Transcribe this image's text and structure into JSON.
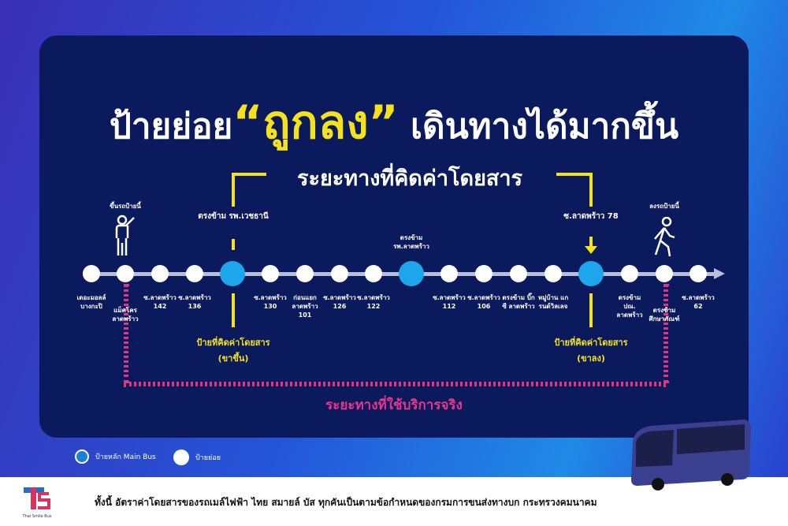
{
  "title": {
    "pre": "ป้ายย่อย",
    "highlight": "“ถูกลง”",
    "post": "เดินทางได้มากขึ้น"
  },
  "fare_distance_label": "ระยะทางที่คิดค่าโดยสาร",
  "actual_distance_label": "ระยะทางที่ใช้บริการจริง",
  "board_label": "ขึ้นรถป้ายนี้",
  "alight_label": "ลงรถป้ายนี้",
  "fare_board": {
    "stop": "ตรงข้าม รพ.เวชธานี",
    "label": "ป้ายที่คิดค่าโดยสาร",
    "sub": "(ขาขึ้น)"
  },
  "fare_alight": {
    "stop": "ซ.ลาดพร้าว 78",
    "label": "ป้ายที่คิดค่าโดยสาร",
    "sub": "(ขาลง)"
  },
  "middle_main": "ตรงข้าม รพ.ลาดพร้าว",
  "stops": [
    {
      "name": "เดอะมอลล์ บางกะปิ",
      "type": "sub"
    },
    {
      "name": "แม็คโคร ลาดพร้าว",
      "type": "sub"
    },
    {
      "name": "ซ.ลาดพร้าว 142",
      "type": "sub"
    },
    {
      "name": "ซ.ลาดพร้าว 136",
      "type": "sub"
    },
    {
      "name": "",
      "type": "main"
    },
    {
      "name": "ซ.ลาดพร้าว 130",
      "type": "sub"
    },
    {
      "name": "ก่อนแยก ลาดพร้าว 101",
      "type": "sub"
    },
    {
      "name": "ซ.ลาดพร้าว 126",
      "type": "sub"
    },
    {
      "name": "ซ.ลาดพร้าว 122",
      "type": "sub"
    },
    {
      "name": "",
      "type": "main"
    },
    {
      "name": "ซ.ลาดพร้าว 112",
      "type": "sub"
    },
    {
      "name": "ซ.ลาดพร้าว 106",
      "type": "sub"
    },
    {
      "name": "ตรงข้าม บิ๊กซี ลาดพร้าว",
      "type": "sub"
    },
    {
      "name": "หมู่บ้าน แกรนด์วิลเลจ",
      "type": "sub"
    },
    {
      "name": "",
      "type": "main"
    },
    {
      "name": "ตรงข้าม ปณ. ลาดพร้าว",
      "type": "sub"
    },
    {
      "name": "ตรงข้าม ศึกษาภัณฑ์",
      "type": "sub"
    },
    {
      "name": "ซ.ลาดพร้าว 62",
      "type": "sub"
    }
  ],
  "legend": {
    "main": "ป้ายหลัก Main Bus",
    "sub": "ป้ายย่อย"
  },
  "footer_note": "ทั้งนี้ อัตราค่าโดยสารของรถเมล์ไฟฟ้า ไทย สมายล์ บัส ทุกคันเป็นตามข้อกำหนดของกรมการขนส่งทางบก กระทรวงคมนาคม",
  "logo_text": "Thai Smile Bus",
  "colors": {
    "panel": "#0b1a5c",
    "main_stop": "#1ea6ec",
    "fare": "#f4e21c",
    "actual": "#e0357f"
  }
}
